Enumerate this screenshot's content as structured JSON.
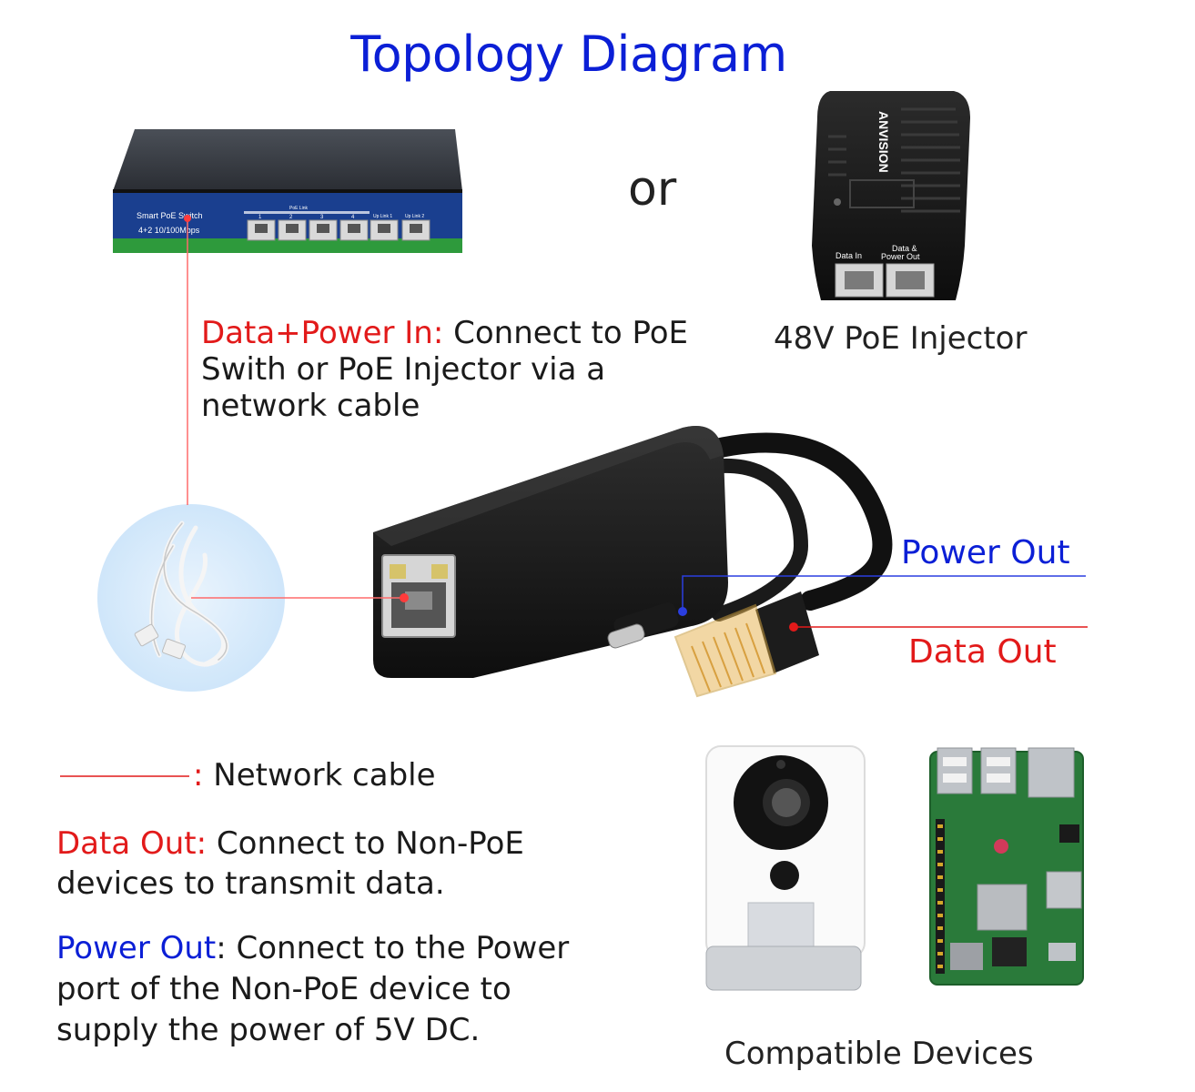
{
  "title": "Topology Diagram",
  "or_label": "or",
  "switch": {
    "label_line1": "Smart PoE Switch",
    "label_line2": "4+2 10/100Mbps",
    "poe_link_label": "PoE Link",
    "uplink1_label": "Up Link 1",
    "uplink2_label": "Up Link 2",
    "port_numbers": [
      "1",
      "2",
      "3",
      "4"
    ]
  },
  "injector": {
    "brand": "ANVISION",
    "port_label_in": "Data In",
    "port_label_out_line1": "Data &",
    "port_label_out_line2": "Power Out",
    "caption": "48V PoE Injector"
  },
  "data_power_in": {
    "label": "Data+Power In:",
    "line1": " Connect to PoE",
    "line2": "Swith or PoE Injector via a",
    "line3": "network cable"
  },
  "power_out_callout": "Power Out",
  "data_out_callout": "Data Out",
  "legend": {
    "symbol_colon": ":",
    "label": " Network cable"
  },
  "data_out_desc": {
    "label": "Data Out:",
    "line1": " Connect to Non-PoE",
    "line2": "devices to transmit data."
  },
  "power_out_desc": {
    "label": "Power Out",
    "line1": ": Connect to the Power",
    "line2": "port of the Non-PoE device to",
    "line3": "supply the power of 5V DC."
  },
  "compatible_caption": "Compatible Devices",
  "colors": {
    "title_blue": "#0b1fd6",
    "accent_red": "#e21a1a",
    "switch_blue": "#1a3f8f",
    "switch_green": "#2e9a3c"
  }
}
